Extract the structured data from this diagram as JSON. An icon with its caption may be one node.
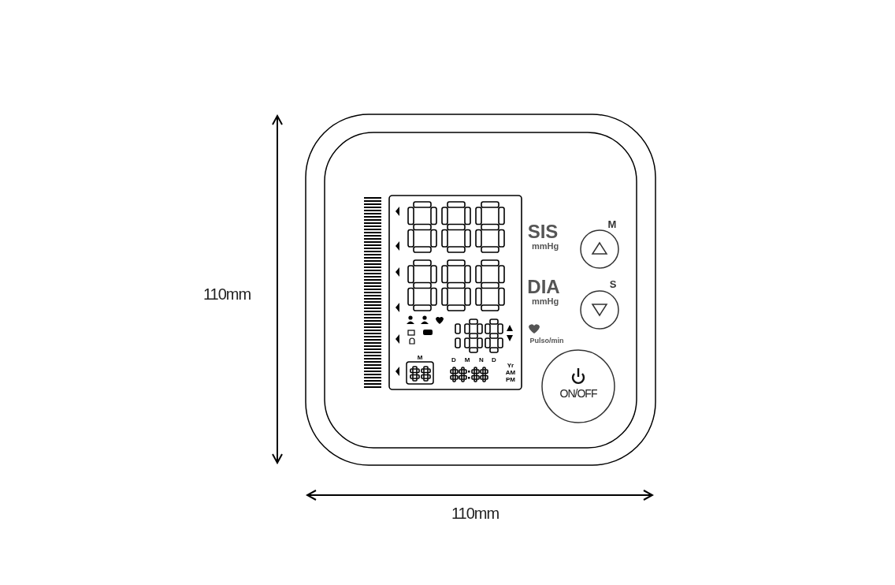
{
  "diagram": {
    "labels": [
      "M",
      "SIS",
      "mmHg",
      "S",
      "110mm",
      "DIA",
      "mmHg",
      "Pulso/min",
      "M",
      "D",
      "M",
      "N",
      "D",
      "Yr",
      "AM",
      "PM",
      "ON/OFF",
      "110mm"
    ]
  }
}
